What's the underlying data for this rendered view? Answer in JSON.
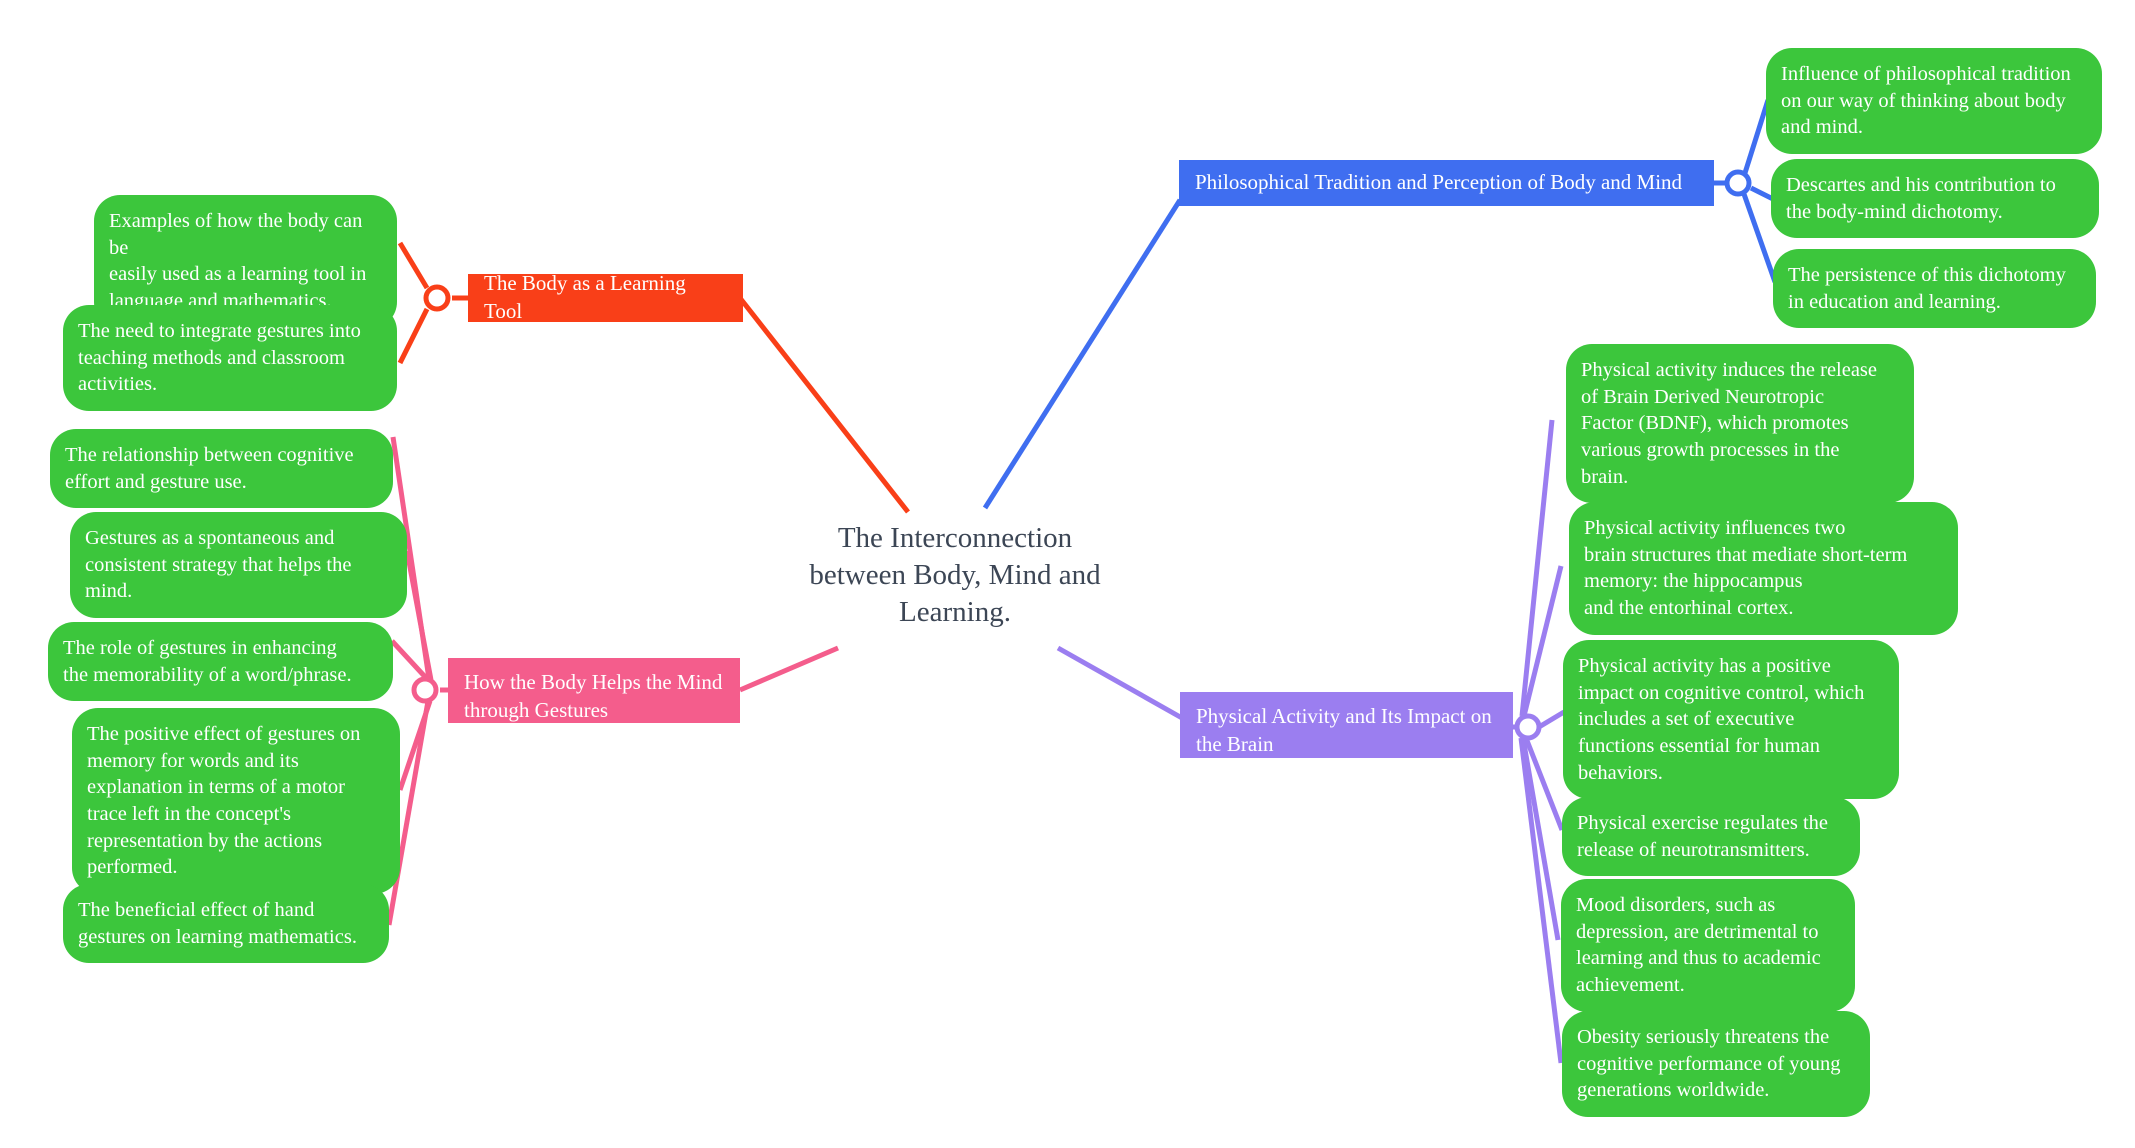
{
  "diagram": {
    "type": "mind-map",
    "title": "The Interconnection between Body, Mind and Learning.",
    "background_color": "#ffffff",
    "root": {
      "label": "The Interconnection\nbetween Body, Mind and\nLearning.",
      "text_color": "#3c4655"
    },
    "colors": {
      "red": "#f93f18",
      "pink": "#f45d8c",
      "blue": "#3f6ef0",
      "purple": "#9b7ef0",
      "green": "#3cc63c",
      "leaf_text": "#ffffff",
      "root_text": "#3c4655"
    },
    "branches": [
      {
        "id": "body-learning-tool",
        "label": "The Body as a Learning Tool",
        "color": "#f93f18",
        "side": "left",
        "leaves": [
          {
            "label": "Examples of how the body can be\neasily used as a learning tool in\nlanguage and mathematics."
          },
          {
            "label": "The need to integrate gestures into\nteaching methods and classroom\nactivities."
          }
        ]
      },
      {
        "id": "body-helps-mind-gestures",
        "label": "How the Body Helps the Mind\nthrough Gestures",
        "color": "#f45d8c",
        "side": "left",
        "leaves": [
          {
            "label": "The relationship between cognitive\neffort and gesture use."
          },
          {
            "label": "Gestures as a spontaneous and\nconsistent strategy that helps the\nmind."
          },
          {
            "label": "The role of gestures in enhancing\nthe memorability of a word/phrase."
          },
          {
            "label": "The positive effect of gestures on\nmemory for words and its\nexplanation in terms of a motor\ntrace left in the concept's\nrepresentation by the actions\nperformed."
          },
          {
            "label": "The beneficial effect of hand\ngestures on learning mathematics."
          }
        ]
      },
      {
        "id": "philosophical-tradition",
        "label": "Philosophical Tradition and Perception of Body and Mind",
        "color": "#3f6ef0",
        "side": "right",
        "leaves": [
          {
            "label": "Influence of philosophical tradition\non our way of thinking about body\nand mind."
          },
          {
            "label": "Descartes and his contribution to\nthe body-mind dichotomy."
          },
          {
            "label": "The persistence of this dichotomy\nin education and learning."
          }
        ]
      },
      {
        "id": "physical-activity-brain",
        "label": "Physical Activity and Its Impact on\nthe Brain",
        "color": "#9b7ef0",
        "side": "right",
        "leaves": [
          {
            "label": "Physical activity induces the release\nof Brain Derived Neurotropic\nFactor (BDNF), which promotes\nvarious growth processes in the\nbrain."
          },
          {
            "label": "Physical activity influences two\nbrain structures that mediate short-term\nmemory: the hippocampus\nand the entorhinal cortex."
          },
          {
            "label": "Physical activity has a positive\nimpact on cognitive control, which\nincludes a set of executive\nfunctions essential for human\nbehaviors."
          },
          {
            "label": "Physical exercise regulates the\nrelease of neurotransmitters."
          },
          {
            "label": "Mood disorders, such as\ndepression, are detrimental to\nlearning and thus to academic\nachievement."
          },
          {
            "label": "Obesity seriously threatens the\ncognitive performance of young\ngenerations worldwide."
          }
        ]
      }
    ]
  }
}
